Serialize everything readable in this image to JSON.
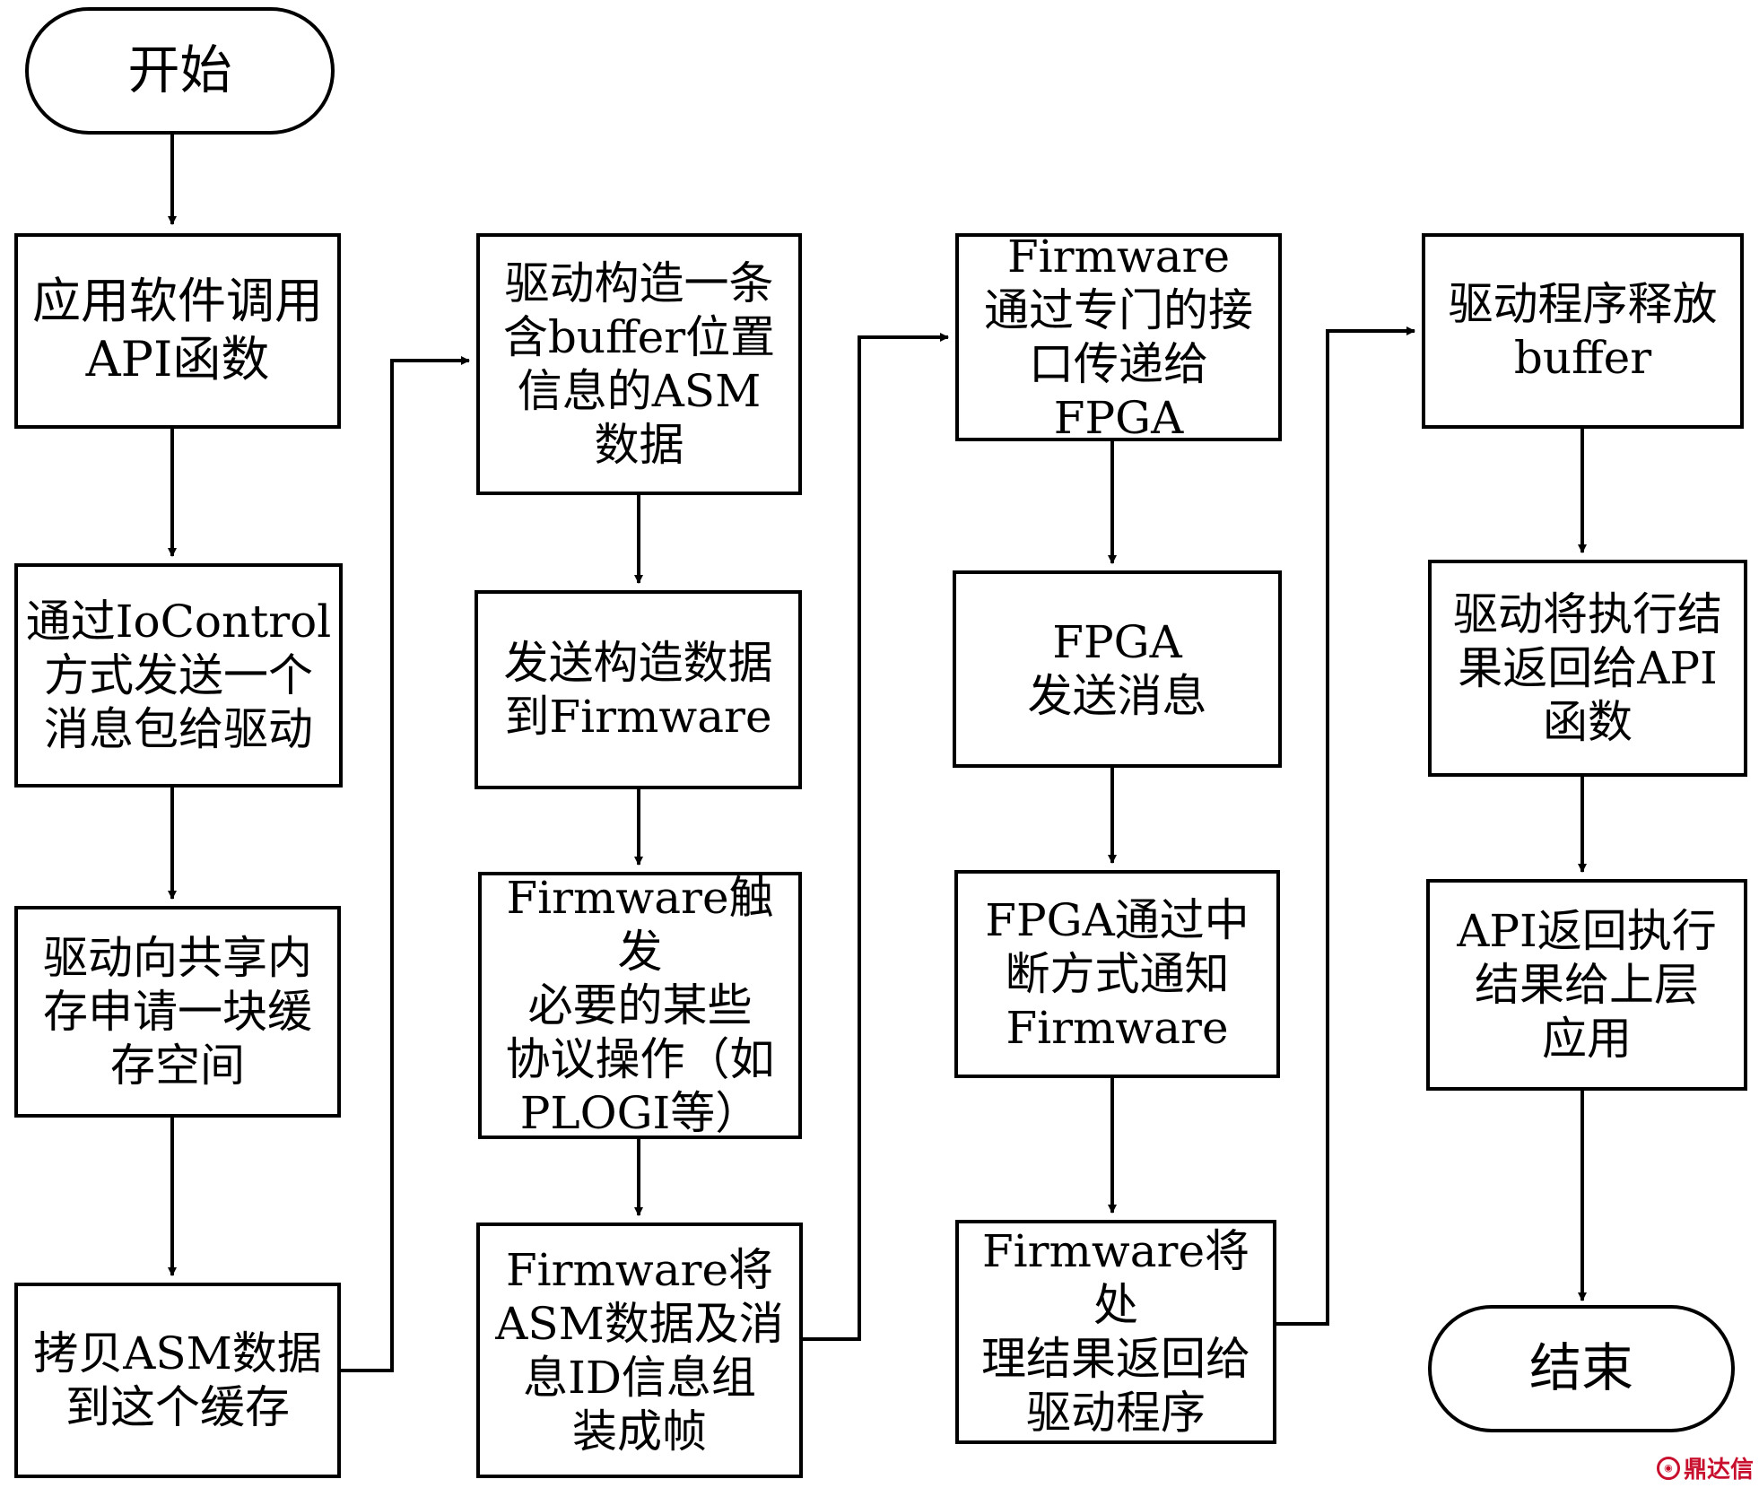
{
  "start": "开始",
  "end": "结束",
  "steps": {
    "c1_1": [
      "应用软件调用",
      "API函数"
    ],
    "c1_2": [
      "通过IoControl",
      "方式发送一个",
      "消息包给驱动"
    ],
    "c1_3": [
      "驱动向共享内",
      "存申请一块缓",
      "存空间"
    ],
    "c1_4": [
      "拷贝ASM数据",
      "到这个缓存"
    ],
    "c2_1": [
      "驱动构造一条",
      "含buffer位置",
      "信息的ASM",
      "数据"
    ],
    "c2_2": [
      "发送构造数据",
      "到Firmware"
    ],
    "c2_3": [
      "Firmware触发",
      "必要的某些",
      "协议操作（如",
      "PLOGI等）"
    ],
    "c2_4": [
      "Firmware将",
      "ASM数据及消",
      "息ID信息组",
      "装成帧"
    ],
    "c3_1": [
      "Firmware",
      "通过专门的接",
      "口传递给FPGA"
    ],
    "c3_2": [
      "FPGA",
      "发送消息"
    ],
    "c3_3": [
      "FPGA通过中",
      "断方式通知",
      "Firmware"
    ],
    "c3_4": [
      "Firmware将处",
      "理结果返回给",
      "驱动程序"
    ],
    "c4_1": [
      "驱动程序释放",
      "buffer"
    ],
    "c4_2": [
      "驱动将执行结",
      "果返回给API",
      "函数"
    ],
    "c4_3": [
      "API返回执行",
      "结果给上层",
      "应用"
    ]
  },
  "watermark": "鼎达信"
}
